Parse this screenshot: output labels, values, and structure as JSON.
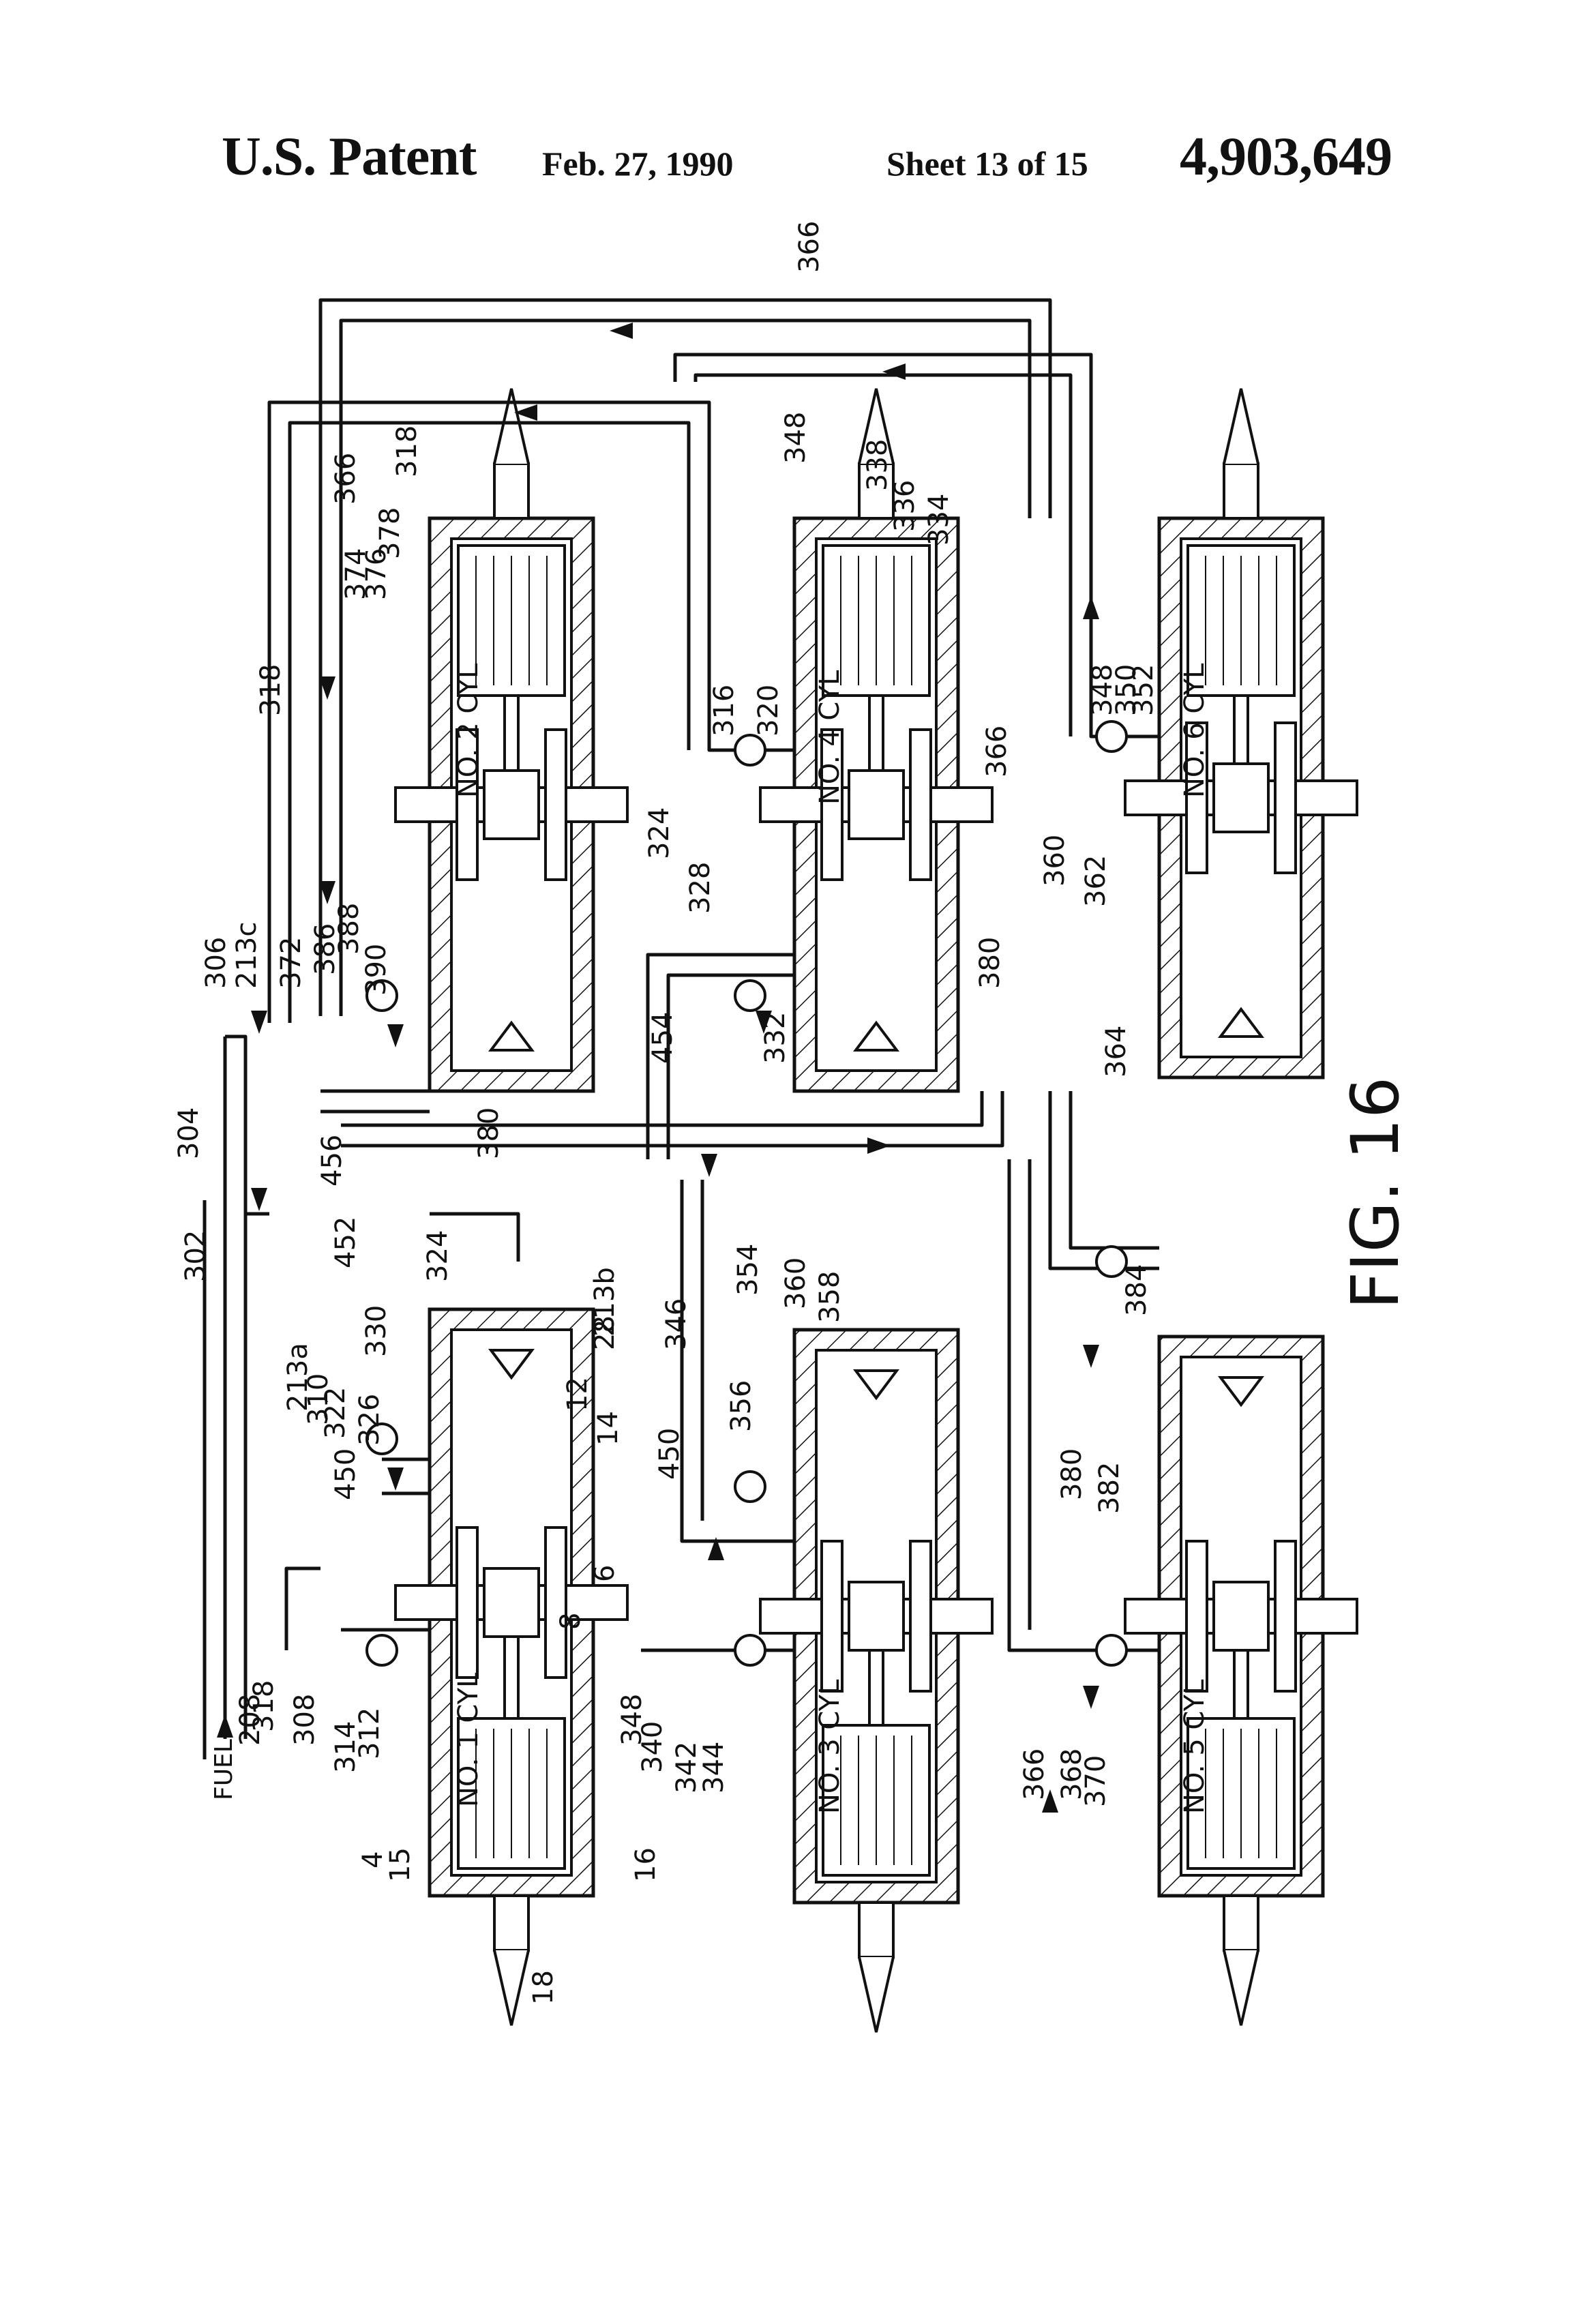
{
  "header": {
    "left_title": "U.S. Patent",
    "date": "Feb. 27, 1990",
    "sheet": "Sheet 13 of 15",
    "patent_number": "4,903,649"
  },
  "figure": {
    "caption": "FIG. 16",
    "fuel_label": "FUEL",
    "cylinders": [
      {
        "id": "cyl1",
        "label": "NO. 1 CYL"
      },
      {
        "id": "cyl2",
        "label": "NO. 2 CYL"
      },
      {
        "id": "cyl3",
        "label": "NO. 3 CYL"
      },
      {
        "id": "cyl4",
        "label": "NO. 4 CYL"
      },
      {
        "id": "cyl5",
        "label": "NO. 5 CYL"
      },
      {
        "id": "cyl6",
        "label": "NO. 6 CYL"
      }
    ],
    "reference_numerals": [
      "366",
      "348",
      "338",
      "336",
      "334",
      "318",
      "366",
      "378",
      "374",
      "376",
      "318",
      "316",
      "320",
      "366",
      "348",
      "350",
      "352",
      "360",
      "362",
      "380",
      "364",
      "306",
      "213c",
      "372",
      "386",
      "388",
      "390",
      "324",
      "328",
      "332",
      "454",
      "304",
      "456",
      "380",
      "302",
      "452",
      "324",
      "213b",
      "346",
      "354",
      "360",
      "358",
      "384",
      "28",
      "330",
      "12",
      "14",
      "356",
      "450",
      "213a",
      "310",
      "322",
      "326",
      "450",
      "6",
      "380",
      "382",
      "8",
      "318",
      "308",
      "208",
      "314",
      "312",
      "348",
      "340",
      "342",
      "344",
      "366",
      "368",
      "370",
      "4",
      "15",
      "16",
      "18"
    ]
  }
}
